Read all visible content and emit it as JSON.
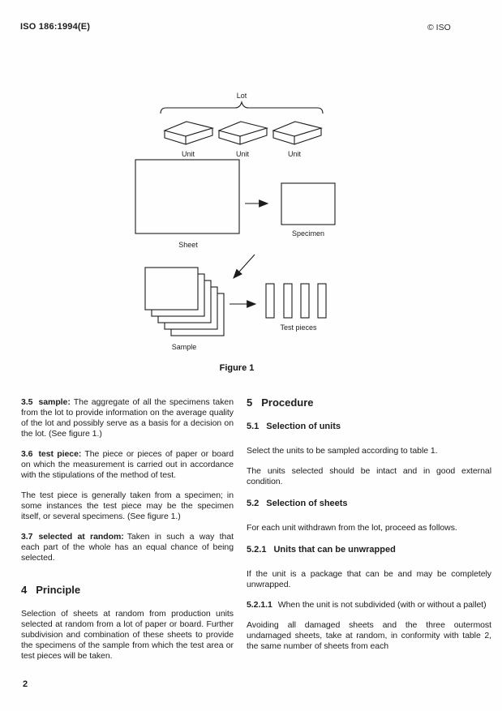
{
  "header": {
    "doc_number": "ISO 186:1994(E)",
    "copyright": "© ISO"
  },
  "figure": {
    "caption": "Figure 1",
    "lot_label": "Lot",
    "unit_labels": [
      "Unit",
      "Unit",
      "Unit"
    ],
    "sheet_label": "Sheet",
    "specimen_label": "Specimen",
    "sample_label": "Sample",
    "test_pieces_label": "Test pieces"
  },
  "left_column": {
    "def_35": {
      "num": "3.5",
      "term": "sample:",
      "text": "The aggregate of all the specimens taken from the lot to provide information on the average quality of the lot and possibly serve as a basis for a decision on the lot. (See figure 1.)"
    },
    "def_36": {
      "num": "3.6",
      "term": "test piece:",
      "text": "The piece or pieces of paper or board on which the measurement is carried out in accordance with the stipulations of the method of test."
    },
    "para_test_piece": "The test piece is generally taken from a specimen; in some instances the test piece may be the specimen itself, or several specimens. (See figure 1.)",
    "def_37": {
      "num": "3.7",
      "term": "selected at random:",
      "text": "Taken in such a way that each part of the whole has an equal chance of being selected."
    },
    "heading_4": {
      "num": "4",
      "title": "Principle"
    },
    "para_principle": "Selection of sheets at random from production units selected at random from a lot of paper or board. Further subdivision and combination of these sheets to provide the specimens of the sample from which the test area or test pieces will be taken."
  },
  "right_column": {
    "heading_5": {
      "num": "5",
      "title": "Procedure"
    },
    "heading_51": {
      "num": "5.1",
      "title": "Selection of units"
    },
    "para_51a": "Select the units to be sampled according to table 1.",
    "para_51b": "The units selected should be intact and in good external condition.",
    "heading_52": {
      "num": "5.2",
      "title": "Selection of sheets"
    },
    "para_52": "For each unit withdrawn from the lot, proceed as follows.",
    "heading_521": {
      "num": "5.2.1",
      "title": "Units that can be unwrapped"
    },
    "para_521": "If the unit is a package that can be and may be completely unwrapped.",
    "heading_5211": {
      "num": "5.2.1.1",
      "title": "When the unit is not subdivided (with or without a pallet)"
    },
    "para_5211": "Avoiding all damaged sheets and the three outermost undamaged sheets, take at random, in conformity with table 2, the same number of sheets from each"
  },
  "footer": {
    "page_number": "2"
  }
}
